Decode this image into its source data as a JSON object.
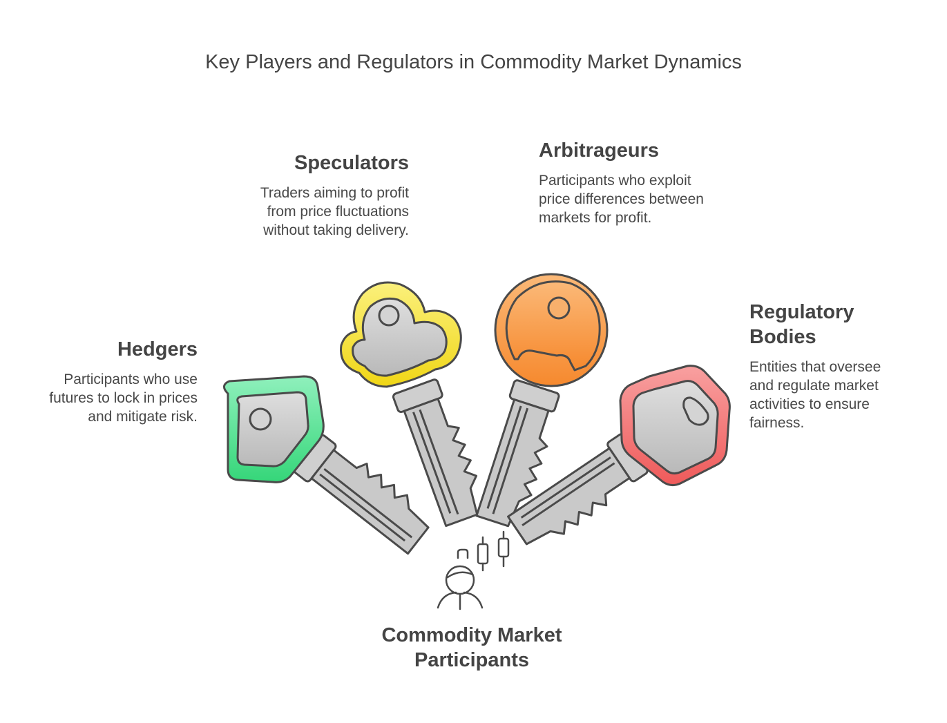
{
  "title": "Key Players and Regulators in Commodity Market Dynamics",
  "center": {
    "label": "Commodity Market Participants",
    "icon": "trader-chart-icon"
  },
  "players": [
    {
      "id": "hedgers",
      "heading": "Hedgers",
      "description": "Participants who use futures to lock in prices and mitigate risk.",
      "color": "#4ee08f"
    },
    {
      "id": "speculators",
      "heading": "Speculators",
      "description": "Traders aiming to profit from price fluctuations without taking delivery.",
      "color": "#f4e33a"
    },
    {
      "id": "arbitrageurs",
      "heading": "Arbitrageurs",
      "description": "Participants who exploit price differences between markets for profit.",
      "color": "#f7963e"
    },
    {
      "id": "regulatory",
      "heading": "Regulatory Bodies",
      "description": "Entities that oversee and regulate market activities to ensure fairness.",
      "color": "#f26a6a"
    }
  ]
}
